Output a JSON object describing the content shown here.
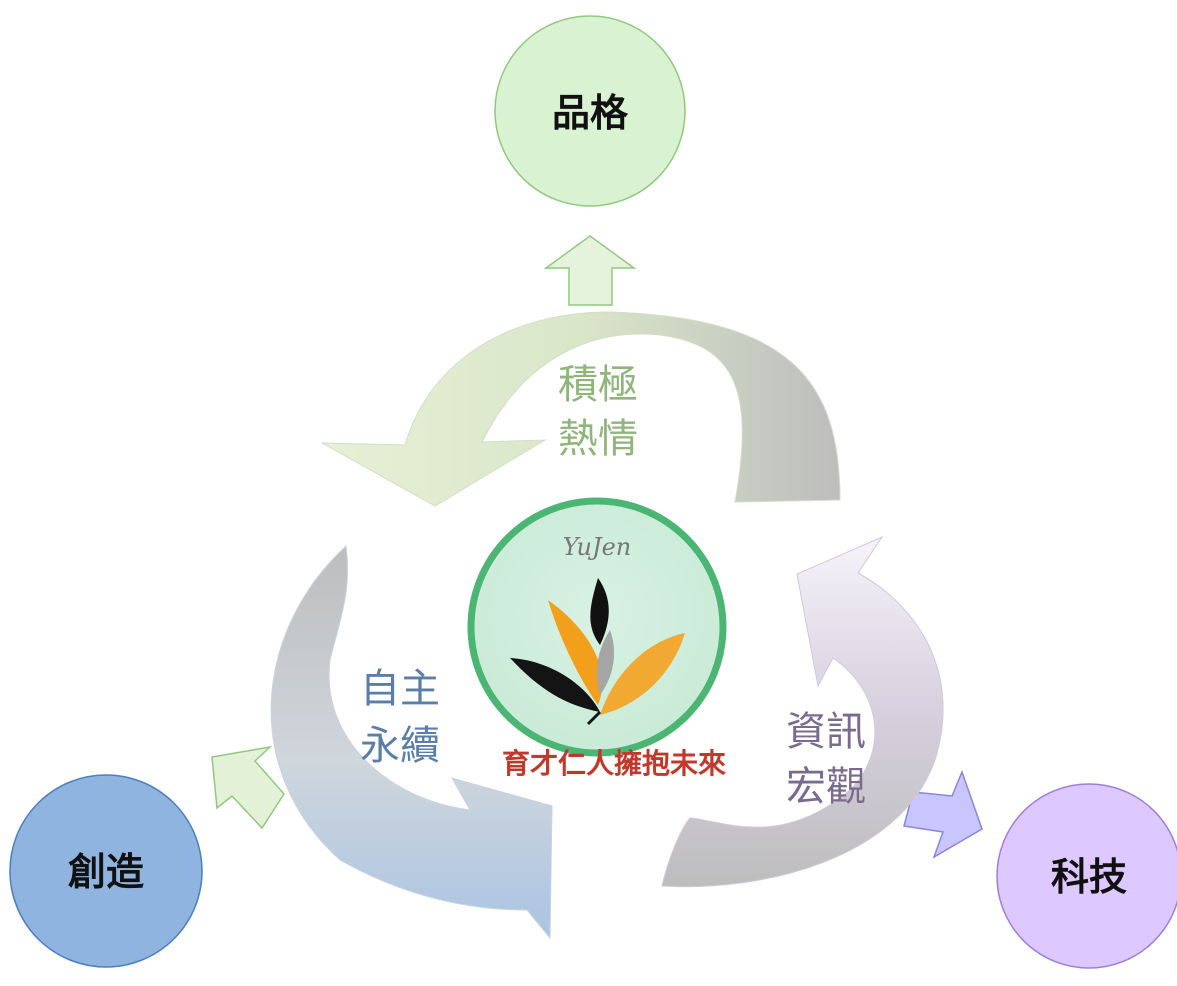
{
  "nodes": {
    "top": {
      "label": "品格",
      "fill": "#d9f2d2",
      "stroke": "#8fc97f"
    },
    "left": {
      "label": "創造",
      "fill": "#8fb4e0",
      "stroke": "#4a7fc0"
    },
    "right": {
      "label": "科技",
      "fill": "#ddc8ff",
      "stroke": "#9b7fe0"
    }
  },
  "phrases": {
    "top": {
      "line1": "積極",
      "line2": "熱情",
      "color": "#8fb57a"
    },
    "left": {
      "line1": "自主",
      "line2": "永續",
      "color": "#5b7ea8"
    },
    "right": {
      "line1": "資訊",
      "line2": "宏觀",
      "color": "#7a6a8f"
    }
  },
  "logo": {
    "name": "YuJen",
    "motto": "育才仁人擁抱未來",
    "ring_color": "#4bb673",
    "motto_color": "#c0392b"
  },
  "arrow_colors": {
    "small_top": "#e6f3dc",
    "small_left": "#e3f1d6",
    "small_right": "#c9c6ff",
    "green_tone": "#cfe3b8",
    "gray_tone": "#bcbcbc",
    "blue_tone": "#b9cfe6",
    "lavender_tone": "#e6ddf0"
  }
}
